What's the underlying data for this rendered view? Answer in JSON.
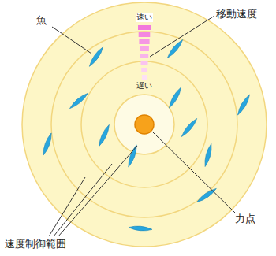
{
  "diagram": {
    "labels": [
      "魚",
      "移動速度",
      "速い",
      "遅い",
      "力点",
      "速度制御範囲"
    ]
  }
}
